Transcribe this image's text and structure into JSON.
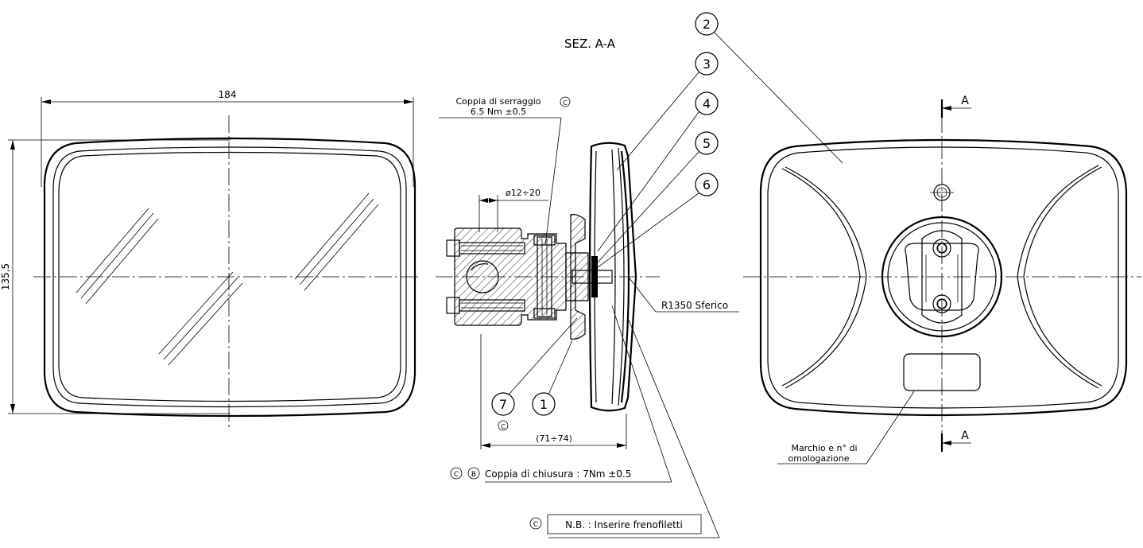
{
  "section_title": "SEZ. A-A",
  "dimensions": {
    "width": "184",
    "height": "135,5",
    "diameter": "ø12÷20",
    "depth": "(71÷74)"
  },
  "notes": {
    "torque_tightening_line1": "Coppia di serraggio",
    "torque_tightening_line2": "6.5 Nm ±0.5",
    "radius": "R1350 Sferico",
    "closing_torque": "Coppia di chiusura : 7Nm ±0.5",
    "thread_locker": "N.B. : Inserire frenofiletti",
    "marking_line1": "Marchio e n° di",
    "marking_line2": "omologazione"
  },
  "symbols": {
    "c_mark": "C",
    "b_mark": "B"
  },
  "section_marks": {
    "top": "A",
    "bottom": "A"
  },
  "balloons": [
    "1",
    "2",
    "3",
    "4",
    "5",
    "6",
    "7"
  ]
}
